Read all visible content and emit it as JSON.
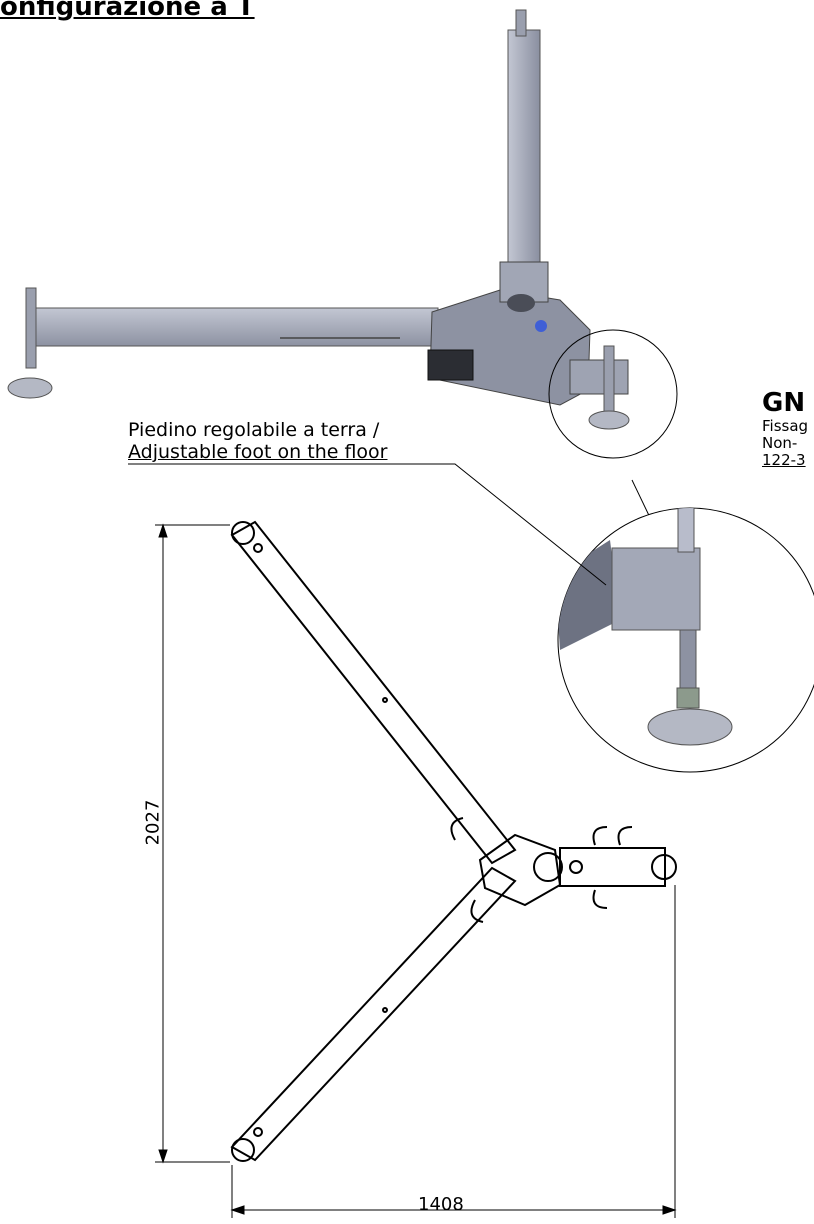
{
  "title": "onfigurazione a T",
  "callout": {
    "line1": "Piedino regolabile a terra /",
    "line2": "Adjustable foot on the floor"
  },
  "side_note": {
    "heading": "GN",
    "line1": "Fissag",
    "line2": "Non-",
    "line3": "122-3"
  },
  "dimensions": {
    "width": "1408",
    "height": "2027"
  },
  "colors": {
    "metal": "#a9aebd",
    "metal_dark": "#6d7282",
    "line": "#000000",
    "accent_blue": "#3f5fd6"
  }
}
